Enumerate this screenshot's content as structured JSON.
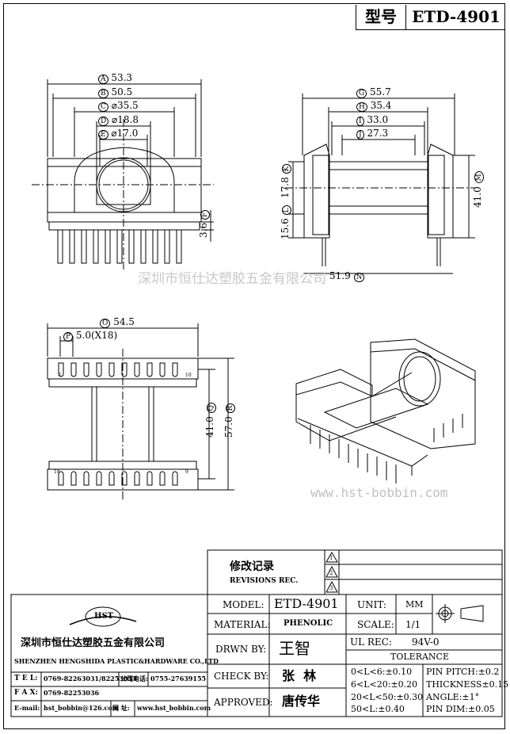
{
  "header": {
    "model_label": "型号",
    "model_value": "ETD-4901"
  },
  "dimensions": {
    "A": "53.3",
    "B": "50.5",
    "C": "⌀35.5",
    "D": "⌀18.8",
    "E": "⌀17.0",
    "F": "3.6",
    "G": "55.7",
    "H": "35.4",
    "I": "33.0",
    "J": "27.3",
    "K": "17.8",
    "L": "15.6",
    "M": "41.0",
    "N": "51.9",
    "O": "54.5",
    "P": "5.0(X18)",
    "Q": "41.0",
    "R": "57.0"
  },
  "dim_letters": {
    "A": "A",
    "B": "B",
    "C": "C",
    "D": "D",
    "E": "E",
    "F": "F",
    "G": "G",
    "H": "H",
    "I": "I",
    "J": "J",
    "K": "K",
    "L": "L",
    "M": "M",
    "N": "N",
    "O": "O",
    "P": "P",
    "Q": "Q",
    "R": "R"
  },
  "pin_numbers": {
    "top_left": "1",
    "top_right": "10",
    "bottom_left": "18",
    "bottom_right": "9"
  },
  "watermark": {
    "company": "深圳市恒仕达塑胶五金有限公司",
    "url": "www.hst-bobbin.com"
  },
  "revisions": {
    "title": "修改记录",
    "subtitle": "REVISIONS REC.",
    "marks": [
      "1",
      "2",
      "3"
    ]
  },
  "company": {
    "logo_text": "HST",
    "name_cn": "深圳市恒仕达塑胶五金有限公司",
    "name_en": "SHENZHEN HENGSHIDA PLASTIC&HARDWARE CO.,LTD",
    "tel_label": "T E L:",
    "tel_value": "0769-82263031/82253033",
    "tel2_label": "公司电话:",
    "tel2_value": "0755-27639155",
    "fax_label": "F A X:",
    "fax_value": "0769-82253036",
    "email_label": "E-mail:",
    "email_value": "hst_bobbin@126.com",
    "web_label": "网 址:",
    "web_value": "www.hst_bobbin.com"
  },
  "spec": {
    "model_label": "MODEL:",
    "model_value": "ETD-4901",
    "material_label": "MATERIAL:",
    "material_value": "PHENOLIC",
    "drawn_label": "DRWN BY:",
    "drawn_value": "王智",
    "check_label": "CHECK BY:",
    "check_value": "张  林",
    "approved_label": "APPROVED:",
    "approved_value": "唐传华",
    "unit_label": "UNIT:",
    "unit_value": "MM",
    "scale_label": "SCALE:",
    "scale_value": "1/1",
    "ul_label": "UL REC:",
    "ul_value": "94V-0",
    "tolerance_label": "TOLERANCE",
    "tol_1": "0<L<6:±0.10",
    "tol_2": "6<L<20:±0.20",
    "tol_3": "20<L<50:±0.30",
    "tol_4": "50<L:±0.40",
    "pin_pitch": "PIN PITCH:±0.2",
    "thickness": "THICKNESS±0.15",
    "angle": "ANGLE:±1°",
    "pin_dim": "PIN DIM:±0.05"
  }
}
